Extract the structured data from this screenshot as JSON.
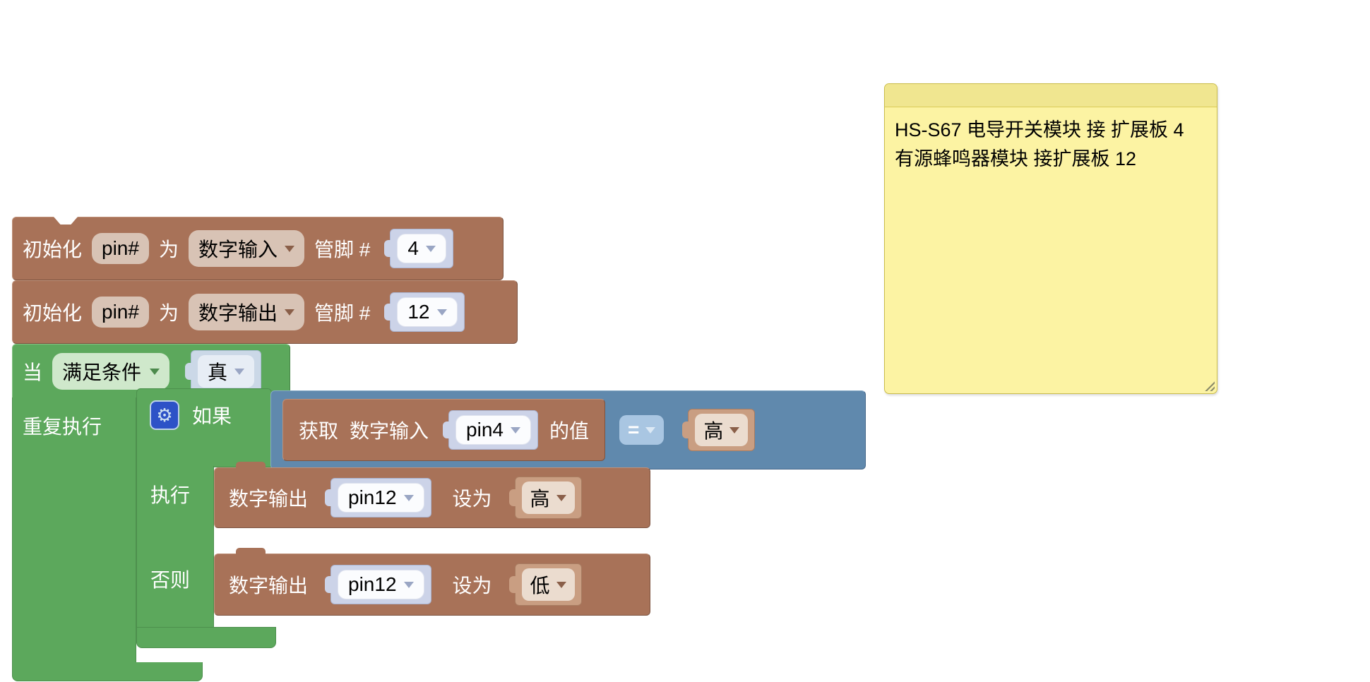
{
  "note": {
    "lines": [
      "HS-S67 电导开关模块 接 扩展板 4",
      "有源蜂鸣器模块 接扩展板 12"
    ]
  },
  "init_input": {
    "prefix": "初始化",
    "var": "pin#",
    "as_label": "为",
    "mode": "数字输入",
    "pin_label": "管脚 #",
    "value": "4"
  },
  "init_output": {
    "prefix": "初始化",
    "var": "pin#",
    "as_label": "为",
    "mode": "数字输出",
    "pin_label": "管脚 #",
    "value": "12"
  },
  "loop": {
    "when_label": "当",
    "condition": "满足条件",
    "condition_value": "真",
    "repeat_label": "重复执行"
  },
  "if_block": {
    "if_label": "如果",
    "do_label": "执行",
    "else_label": "否则"
  },
  "condition": {
    "get_label": "获取",
    "type_label": "数字输入",
    "pin": "pin4",
    "value_label": "的值",
    "operator": "=",
    "compare_value": "高"
  },
  "do_action": {
    "label": "数字输出",
    "pin": "pin12",
    "set_label": "设为",
    "value": "高"
  },
  "else_action": {
    "label": "数字输出",
    "pin": "pin12",
    "set_label": "设为",
    "value": "低"
  },
  "icons": {
    "gear": "⚙"
  },
  "colors": {
    "block_brown": "#a87258",
    "block_green": "#5ca85c",
    "block_blue": "#6089ad",
    "shadow_lavender": "#ccd3e8",
    "shadow_sky": "#cbd8e7",
    "shadow_tan": "#c99e82",
    "note_bg": "#fcf3a3",
    "note_header": "#f0e690",
    "gear_blue": "#2d52c7",
    "workspace_bg": "#ffffff"
  }
}
